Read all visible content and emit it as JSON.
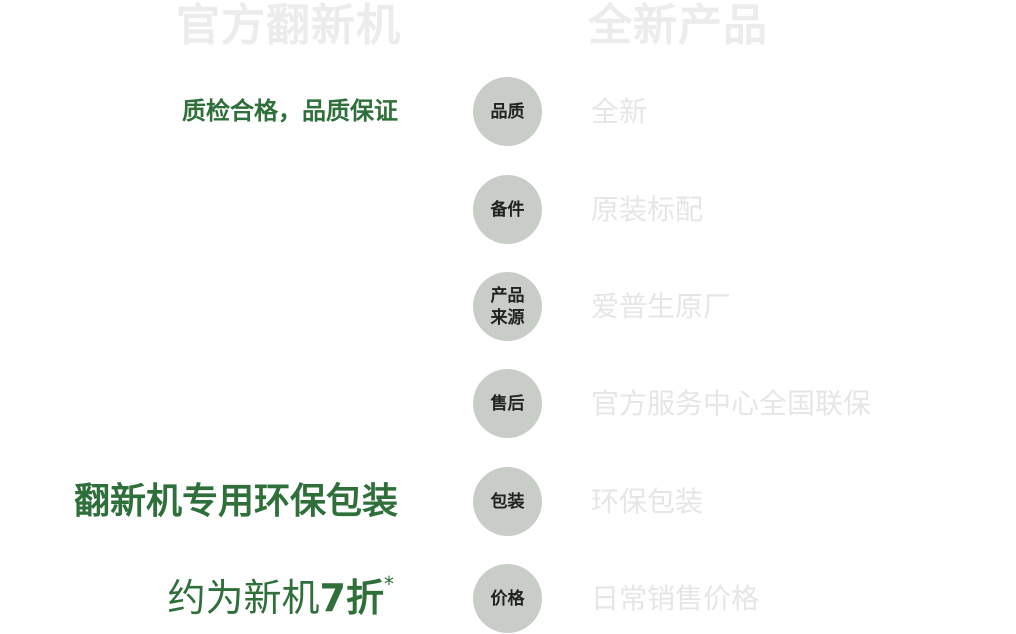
{
  "header": {
    "left_title": "官方翻新机",
    "right_title": "全新产品"
  },
  "rows": [
    {
      "category_line1": "品质",
      "category_line2": "",
      "refurb_text": "质检合格，品质保证",
      "new_text": "全新"
    },
    {
      "category_line1": "备件",
      "category_line2": "",
      "refurb_text": "",
      "new_text": "原装标配"
    },
    {
      "category_line1": "产品",
      "category_line2": "来源",
      "refurb_text": "",
      "new_text": "爱普生原厂"
    },
    {
      "category_line1": "售后",
      "category_line2": "",
      "refurb_text": "",
      "new_text": "官方服务中心全国联保"
    },
    {
      "category_line1": "包装",
      "category_line2": "",
      "refurb_text": "翻新机专用环保包装",
      "new_text": "环保包装"
    },
    {
      "category_line1": "价格",
      "category_line2": "",
      "refurb_text": "",
      "new_text": "日常销售价格"
    }
  ],
  "price": {
    "prefix": "约为新机",
    "discount": "7折",
    "footnote_mark": "*"
  },
  "colors": {
    "green": "#2e6f3a",
    "circle_bg": "#c8cdc8",
    "faded_text": "#e6e6e6"
  }
}
